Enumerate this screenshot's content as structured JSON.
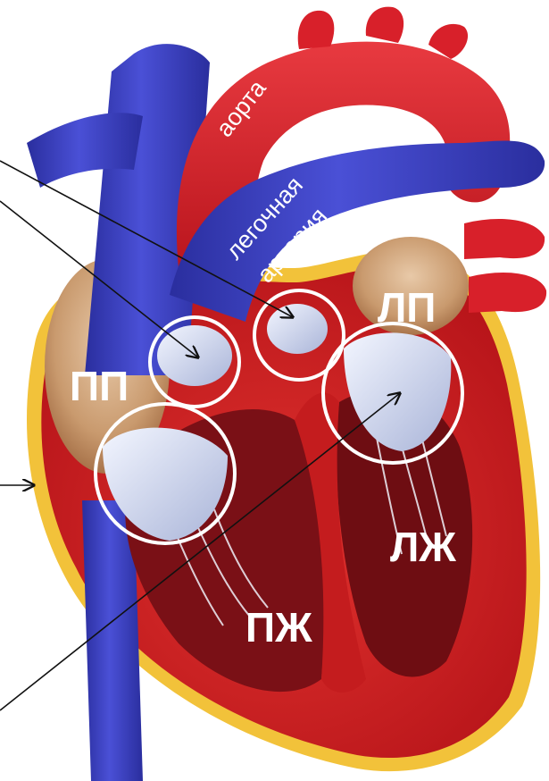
{
  "labels": {
    "aorta": "аорта",
    "pulmonary_artery_line1": "легочная",
    "pulmonary_artery_line2": "артерия",
    "right_atrium": "ПП",
    "left_atrium": "ЛП",
    "right_ventricle": "ПЖ",
    "left_ventricle": "ЛЖ"
  },
  "colors": {
    "vein_blue": "#3b3fc4",
    "artery_red": "#d8202a",
    "muscle_red": "#c81e1e",
    "fat_yellow": "#f2c23a",
    "chamber_dark": "#6e0d12",
    "valve_white": "#dfe6f4",
    "ring": "#ffffff"
  }
}
